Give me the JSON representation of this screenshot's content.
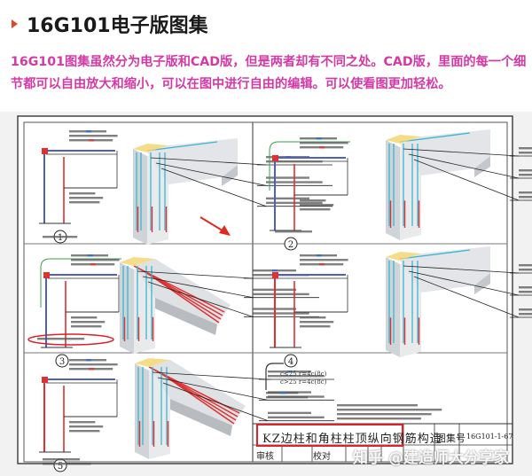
{
  "heading": {
    "title": "16G101电子版图集",
    "bullet_icon": "triangle-right-icon",
    "bullet_color": "#e0452e"
  },
  "intro": {
    "text": "16G101图集虽然分为电子版和CAD版，但是两者却有不同之处。CAD版，里面的每一个细节都可以自由放大和缩小，可以在图中进行自由的编辑。可以使看图更加轻松。",
    "color": "#d43aa6"
  },
  "drawing": {
    "detail_numbers": [
      "1",
      "2",
      "3",
      "4",
      "5"
    ],
    "rebar_colors": {
      "outer": "#e03030",
      "inner": "#38b6d0",
      "beam_top": "#5060c0",
      "hook": "#3aa048"
    },
    "formula": {
      "line1": "c≤25   r=4c(8c)",
      "line2": "c>25   r=4c(8c)"
    },
    "annotation_arrow_color": "#e02a20",
    "highlight_color": "#e0202a"
  },
  "title_block": {
    "title": "KZ边柱和角柱柱顶纵向钢筋构造",
    "atlas_label": "图集号",
    "atlas_number": "16G101-1-67",
    "review_label": "审核",
    "check_label": "校对"
  },
  "watermark": "知乎 @建造师大分享家"
}
